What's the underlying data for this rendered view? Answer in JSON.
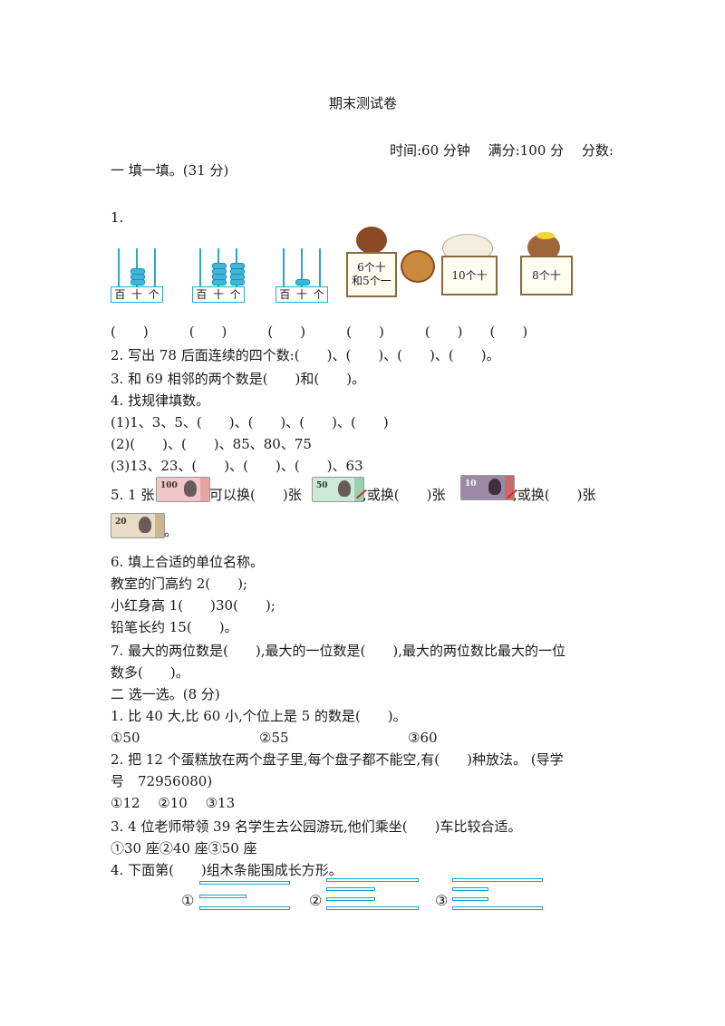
{
  "title": "期末测试卷",
  "header_info": "时间:60 分钟　 满分:100 分　 分数:",
  "section1": {
    "heading": "一  填一填。(31 分)",
    "q1": {
      "number": "1.",
      "abacus_labels": [
        "百",
        "十",
        "个"
      ],
      "signs": [
        "6个十\n和5个一",
        "10个十",
        "8个十"
      ],
      "blanks": "(　　)　　　(　　)　　　(　　)　　　(　　)　　　(　　)　　(　　)"
    },
    "q2": "2.  写出 78 后面连续的四个数:(　　)、(　　)、(　　)、(　　)。",
    "q3": "3.  和 69 相邻的两个数是(　　)和(　　)。",
    "q4": {
      "heading": "4.  找规律填数。",
      "a": "(1)1、3、5、(　　)、(　　)、(　　)、(　　)",
      "b": "(2)(　　)、(　　)、85、80、75",
      "c": "(3)13、23、(　　)、(　　)、(　　)、63"
    },
    "q5": {
      "part1": "5.  1 张",
      "part2": "可以换(　　)张",
      "part3": ",或换(　　)张",
      "part4": ",或换(　　)张",
      "part5": "。",
      "notes": [
        "100",
        "50",
        "10",
        "20"
      ]
    },
    "q6": {
      "heading": "6.  填上合适的单位名称。",
      "a": "教室的门高约 2(　　);",
      "b": "小红身高 1(　　)30(　　);",
      "c": "铅笔长约 15(　　)。"
    },
    "q7": {
      "line1": "7.  最大的两位数是(　　),最大的一位数是(　　),最大的两位数比最大的一位",
      "line2": "数多(　　)。"
    }
  },
  "section2": {
    "heading": "二  选一选。(8 分)",
    "q1": {
      "text": "1.  比 40 大,比 60 小,个位上是 5 的数是(　　)。",
      "options": [
        "①50",
        "②55",
        "③60"
      ]
    },
    "q2": {
      "line1": "2.  把 12 个蛋糕放在两个盘子里,每个盘子都不能空,有(　　)种放法。 (导学",
      "line2": "号　72956080)",
      "options": "①12　 ②10　 ③13"
    },
    "q3": {
      "text": "3.  4 位老师带领 39 名学生去公园游玩,他们乘坐(　　)车比较合适。",
      "options": "①30 座②40 座③50 座"
    },
    "q4": {
      "text": "4.  下面第(　　)组木条能围成长方形。",
      "markers": [
        "①",
        "②",
        "③"
      ]
    }
  },
  "colors": {
    "accent": "#2aa7cf",
    "text": "#1a1a1a"
  }
}
